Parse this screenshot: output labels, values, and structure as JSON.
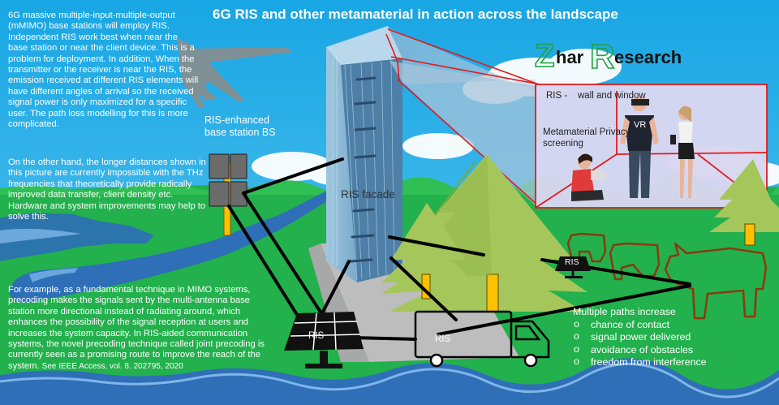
{
  "title": "6G RIS and other metamaterial in action across the landscape",
  "logo": {
    "z": "Z",
    "har": "har",
    "r": "R",
    "esearch": "esearch"
  },
  "paragraphs": [
    "6G massive multiple-input-multiple-output (mMIMO) base stations will employ RIS. Independent RIS work best when near the base station or near the client device. This is a problem for deployment. In addition, When the transmitter or the receiver is near the RIS, the emission received at different RIS elements will have different angles of arrival so the received signal power is only maximized for a specific user. The path loss modelling for this is more complicated.",
    "On the other hand, the longer distances shown in this picture are currently impossible with the THz frequencies that theoretically provide radically improved data transfer, client density etc. Hardware and system improvements may help to solve this.",
    "For example, as a fundamental technique in MIMO systems, precoding makes the signals sent by the multi-antenna base station more directional instead of radiating around, which enhances the possibility of the signal reception at users and increases the system capacity. In RIS-aided communication systems, the novel precoding technique called joint precoding is currently seen as a promising route to improve the reach of the system.",
    "See  IEEE Access, vol. 8. 202795, 2020"
  ],
  "labels": {
    "base_station": "RIS-enhanced base station BS",
    "facade": "RIS facade",
    "ris_wall": "RIS -    wall and window",
    "metamaterial": "Metamaterial Privacy screening",
    "vr": "VR",
    "ris_panel": "RIS",
    "ris_van": "RIS",
    "ris_small": "RIS"
  },
  "paths": {
    "heading": "Multiple paths increase",
    "items": [
      "chance of contact",
      "signal power delivered",
      "avoidance of obstacles",
      "freedom from interference"
    ]
  },
  "colors": {
    "sky": "#17a8e6",
    "grass": "#22b14c",
    "tree": "#a5c65a",
    "trunk": "#ffc000",
    "ray": "#d40000",
    "cow": "#8b3a0f",
    "water": "#2e6fb7",
    "logo_green": "#1fa23c"
  }
}
